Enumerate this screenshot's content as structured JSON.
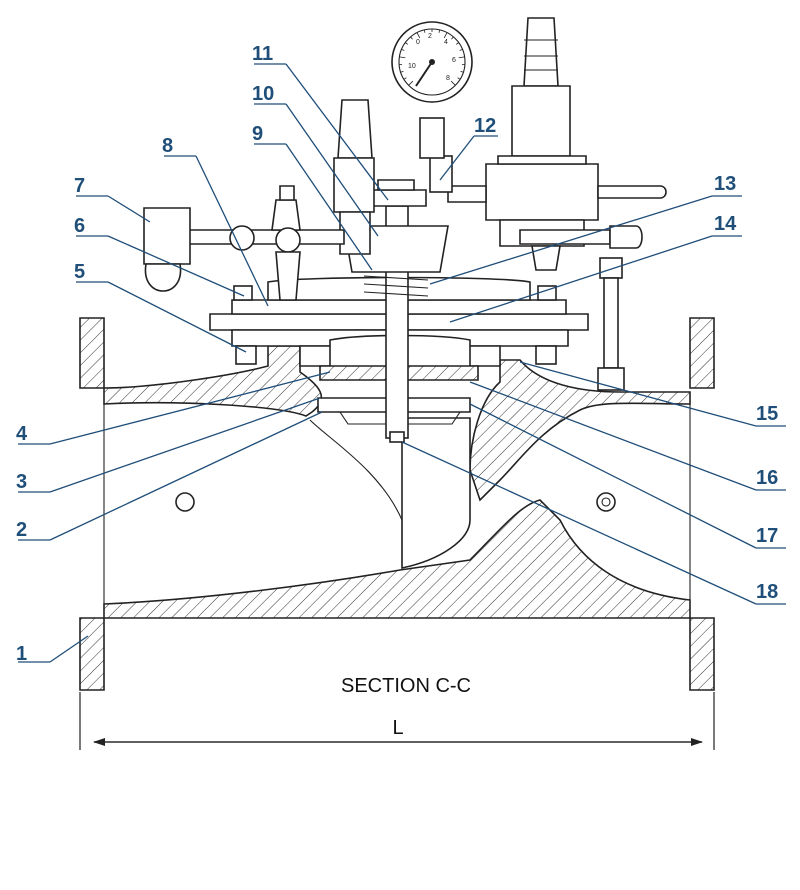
{
  "section_title": "SECTION C-C",
  "dimension_label": "L",
  "callouts": [
    "1",
    "2",
    "3",
    "4",
    "5",
    "6",
    "7",
    "8",
    "9",
    "10",
    "11",
    "12",
    "13",
    "14",
    "15",
    "16",
    "17",
    "18"
  ],
  "gauge": {
    "numbers": [
      "0",
      "2",
      "4",
      "6",
      "8",
      "10"
    ]
  }
}
